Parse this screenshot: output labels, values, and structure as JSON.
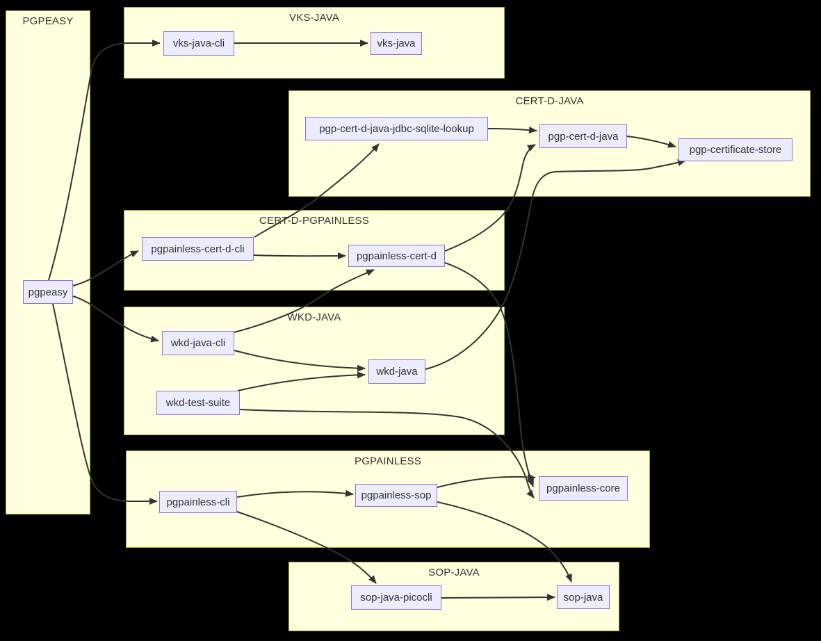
{
  "diagram": {
    "type": "flowchart",
    "colors": {
      "background": "#000000",
      "subgraph_fill": "#ffffde",
      "subgraph_border": "#aaaa33",
      "node_fill": "#ececff",
      "node_border": "#9370db",
      "edge": "#333333",
      "text": "#333333"
    },
    "subgraphs": [
      {
        "id": "PGPEASY",
        "label": "PGPEASY"
      },
      {
        "id": "VKS-JAVA",
        "label": "VKS-JAVA"
      },
      {
        "id": "CERT-D-JAVA",
        "label": "CERT-D-JAVA"
      },
      {
        "id": "CERT-D-PGPAINLESS",
        "label": "CERT-D-PGPAINLESS"
      },
      {
        "id": "WKD-JAVA",
        "label": "WKD-JAVA"
      },
      {
        "id": "PGPAINLESS",
        "label": "PGPAINLESS"
      },
      {
        "id": "SOP-JAVA",
        "label": "SOP-JAVA"
      }
    ],
    "nodes": [
      {
        "id": "pgpeasy",
        "label": "pgpeasy",
        "group": "PGPEASY"
      },
      {
        "id": "vks-java-cli",
        "label": "vks-java-cli",
        "group": "VKS-JAVA"
      },
      {
        "id": "vks-java",
        "label": "vks-java",
        "group": "VKS-JAVA"
      },
      {
        "id": "pgp-cert-d-java-jdbc-sqlite-lookup",
        "label": "pgp-cert-d-java-jdbc-sqlite-lookup",
        "group": "CERT-D-JAVA"
      },
      {
        "id": "pgp-cert-d-java",
        "label": "pgp-cert-d-java",
        "group": "CERT-D-JAVA"
      },
      {
        "id": "pgp-certificate-store",
        "label": "pgp-certificate-store",
        "group": "CERT-D-JAVA"
      },
      {
        "id": "pgpainless-cert-d-cli",
        "label": "pgpainless-cert-d-cli",
        "group": "CERT-D-PGPAINLESS"
      },
      {
        "id": "pgpainless-cert-d",
        "label": "pgpainless-cert-d",
        "group": "CERT-D-PGPAINLESS"
      },
      {
        "id": "wkd-java-cli",
        "label": "wkd-java-cli",
        "group": "WKD-JAVA"
      },
      {
        "id": "wkd-java",
        "label": "wkd-java",
        "group": "WKD-JAVA"
      },
      {
        "id": "wkd-test-suite",
        "label": "wkd-test-suite",
        "group": "WKD-JAVA"
      },
      {
        "id": "pgpainless-cli",
        "label": "pgpainless-cli",
        "group": "PGPAINLESS"
      },
      {
        "id": "pgpainless-sop",
        "label": "pgpainless-sop",
        "group": "PGPAINLESS"
      },
      {
        "id": "pgpainless-core",
        "label": "pgpainless-core",
        "group": "PGPAINLESS"
      },
      {
        "id": "sop-java-picocli",
        "label": "sop-java-picocli",
        "group": "SOP-JAVA"
      },
      {
        "id": "sop-java",
        "label": "sop-java",
        "group": "SOP-JAVA"
      }
    ],
    "edges": [
      {
        "from": "pgpeasy",
        "to": "vks-java-cli"
      },
      {
        "from": "pgpeasy",
        "to": "pgpainless-cert-d-cli"
      },
      {
        "from": "pgpeasy",
        "to": "wkd-java-cli"
      },
      {
        "from": "pgpeasy",
        "to": "pgpainless-cli"
      },
      {
        "from": "vks-java-cli",
        "to": "vks-java"
      },
      {
        "from": "pgp-cert-d-java-jdbc-sqlite-lookup",
        "to": "pgp-cert-d-java"
      },
      {
        "from": "pgp-cert-d-java",
        "to": "pgp-certificate-store"
      },
      {
        "from": "pgpainless-cert-d-cli",
        "to": "pgp-cert-d-java-jdbc-sqlite-lookup"
      },
      {
        "from": "pgpainless-cert-d-cli",
        "to": "pgpainless-cert-d"
      },
      {
        "from": "pgpainless-cert-d",
        "to": "pgp-cert-d-java"
      },
      {
        "from": "pgpainless-cert-d",
        "to": "pgpainless-core"
      },
      {
        "from": "wkd-java-cli",
        "to": "pgpainless-cert-d"
      },
      {
        "from": "wkd-java-cli",
        "to": "wkd-java"
      },
      {
        "from": "wkd-test-suite",
        "to": "wkd-java"
      },
      {
        "from": "wkd-test-suite",
        "to": "pgpainless-core"
      },
      {
        "from": "wkd-java",
        "to": "pgp-certificate-store"
      },
      {
        "from": "pgpainless-cli",
        "to": "pgpainless-sop"
      },
      {
        "from": "pgpainless-cli",
        "to": "sop-java-picocli"
      },
      {
        "from": "pgpainless-sop",
        "to": "pgpainless-core"
      },
      {
        "from": "pgpainless-sop",
        "to": "sop-java"
      },
      {
        "from": "sop-java-picocli",
        "to": "sop-java"
      }
    ]
  }
}
